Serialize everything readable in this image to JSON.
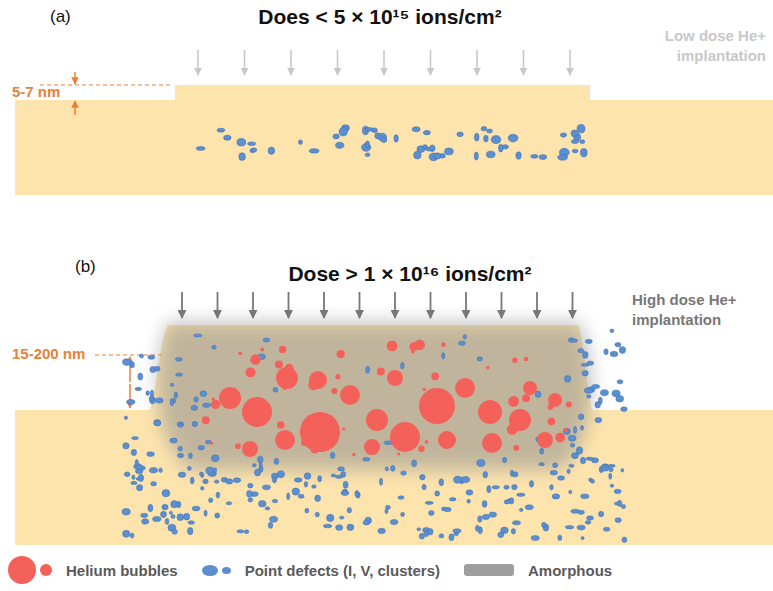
{
  "diagram": {
    "labels": [
      "(a)",
      "Does < 5 × 10¹⁵ ions/cm²",
      "Low dose He+ implantation",
      "5-7 nm",
      "(b)",
      "Dose > 1 × 10¹⁶ ions/cm²",
      "High dose He+ implantation",
      "15-200 nm"
    ],
    "legend": [
      {
        "text": "Helium bubbles",
        "color": "#f4615a"
      },
      {
        "text": "Point defects (I, V, clusters)",
        "color": "#5b8fd0"
      },
      {
        "text": "Amorphous",
        "color": "#9e9e9e"
      }
    ]
  }
}
